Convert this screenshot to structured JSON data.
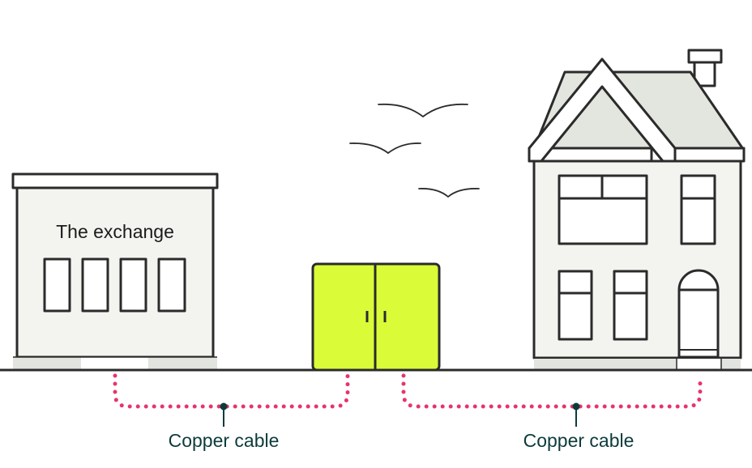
{
  "exchange": {
    "label": "The exchange"
  },
  "cables": [
    {
      "label": "Copper cable"
    },
    {
      "label": "Copper cable"
    }
  ],
  "colors": {
    "outline": "#2b2b2b",
    "building_fill": "#f3f4ef",
    "roof_fill": "#e3e6df",
    "cabinet_fill": "#dafc38",
    "cable": "#e8336b",
    "label_text": "#0d3b3b"
  },
  "icons": [
    "exchange-building",
    "street-cabinet",
    "house",
    "bird"
  ]
}
